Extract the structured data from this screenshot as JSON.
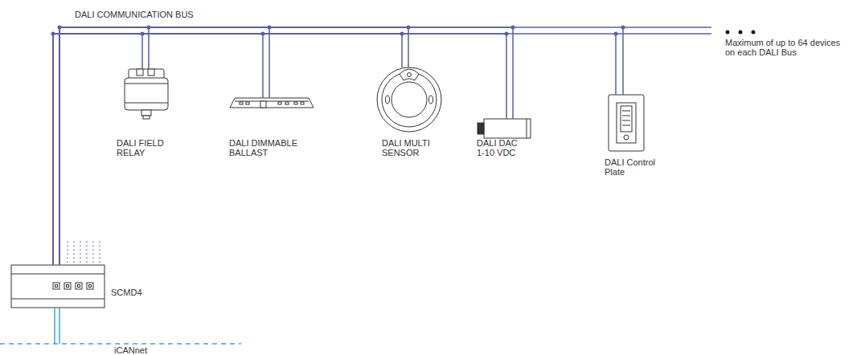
{
  "diagram": {
    "nodes": [
      {
        "text": [
          "DALI FIELD RELAY"
        ]
      },
      {
        "text": [
          "DALI DIMMABLE BALLAST"
        ]
      },
      {
        "text": [
          "DALI MULTI SENSOR"
        ]
      },
      {
        "text": [
          "DALI DAC 1-10 VDC"
        ]
      },
      {
        "text": [
          "DALI Control Plate"
        ]
      },
      {
        "text": [
          "SCMD4"
        ]
      }
    ],
    "edges": [
      {
        "from": 5,
        "to": 0,
        "arrow": "none"
      },
      {
        "from": 5,
        "to": 1,
        "arrow": "none"
      },
      {
        "from": 5,
        "to": 2,
        "arrow": "none"
      },
      {
        "from": 5,
        "to": 3,
        "arrow": "none"
      },
      {
        "from": 5,
        "to": 4,
        "arrow": "none"
      }
    ],
    "labels": [
      "DALI COMMUNICATION BUS",
      "Maximum of up to 64 devices on each DALI Bus",
      "iCANnet"
    ]
  }
}
